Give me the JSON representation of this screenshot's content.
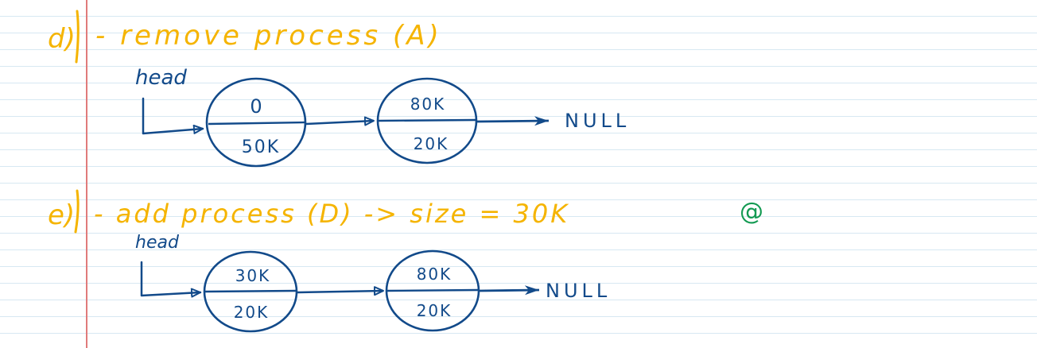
{
  "colors": {
    "paper": "#ffffff",
    "rule_line": "#d7e8f2",
    "margin_line": "#e07b7b",
    "heading_ink": "#f5b400",
    "diagram_ink": "#124a8a",
    "marker_ink": "#139a52"
  },
  "section_d": {
    "letter": "d)",
    "heading": "- remove process (A)",
    "head_label": "head",
    "nodes": [
      {
        "top": "0",
        "bottom": "50K"
      },
      {
        "top": "80K",
        "bottom": "20K"
      }
    ],
    "terminal": "NULL"
  },
  "section_e": {
    "letter": "e)",
    "heading": "- add process (D) -> size = 30K",
    "marker": "@",
    "head_label": "head",
    "nodes": [
      {
        "top": "30K",
        "bottom": "20K"
      },
      {
        "top": "80K",
        "bottom": "20K"
      }
    ],
    "terminal": "NULL"
  }
}
